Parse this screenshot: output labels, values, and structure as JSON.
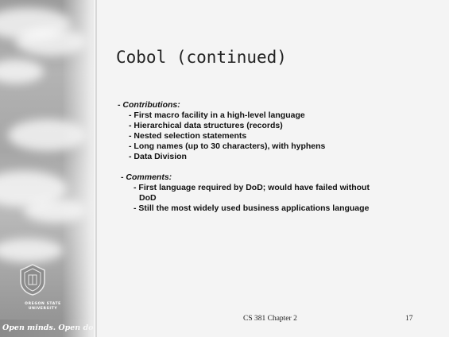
{
  "slide": {
    "title": "Cobol (continued)",
    "sections": [
      {
        "label": "Contributions:",
        "items": [
          "First macro facility in a high-level language",
          "Hierarchical data structures (records)",
          "Nested selection statements",
          "Long names (up to 30 characters), with hyphens",
          "Data Division"
        ]
      },
      {
        "label": "Comments:",
        "items": [
          "First language required by DoD; would have failed without DoD",
          "Still the most widely used business applications language"
        ]
      }
    ],
    "footer": "CS 381  Chapter 2",
    "page_number": "17"
  },
  "branding": {
    "wordmark_line1": "OREGON STATE",
    "wordmark_line2": "UNIVERSITY",
    "tagline": "Open minds. Open doors."
  },
  "colors": {
    "background": "#f4f4f4",
    "side_strip": "#a6a6a6",
    "text": "#111111"
  }
}
